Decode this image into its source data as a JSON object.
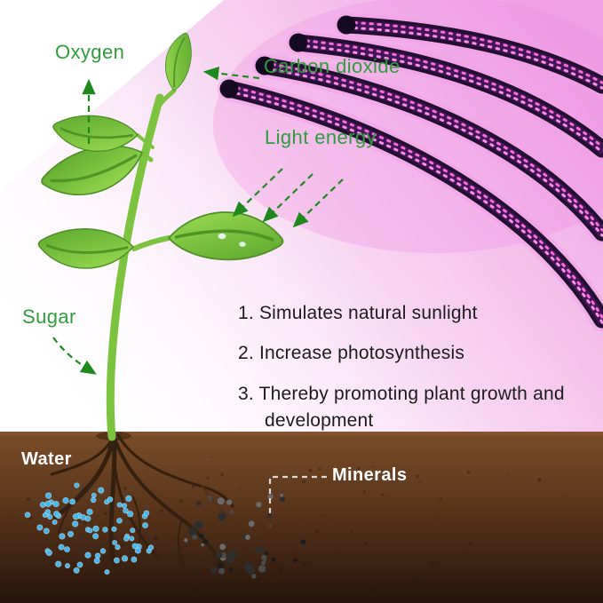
{
  "diagram": {
    "labels": {
      "oxygen": "Oxygen",
      "carbon_dioxide": "Carbon dioxide",
      "light_energy": "Light energy",
      "sugar": "Sugar",
      "water": "Water",
      "minerals": "Minerals"
    },
    "benefits": [
      "1. Simulates natural sunlight",
      "2. Increase photosynthesis",
      "3. Thereby promoting plant growth and development"
    ],
    "colors": {
      "label_green": "#2e9e3c",
      "arrow_green": "#1e8a1e",
      "body_text": "#1c1c1c",
      "soil_label_white": "#ffffff",
      "beam_pink": "#f0a2e4",
      "tube_dark": "#22102f",
      "led_pink": "#ff6ad9",
      "leaf_green": "#7cc33f",
      "soil_brown": "#5a351b",
      "water_dot_blue": "#45b6ec",
      "mineral_dot_dark": "#2d2d2d"
    }
  }
}
